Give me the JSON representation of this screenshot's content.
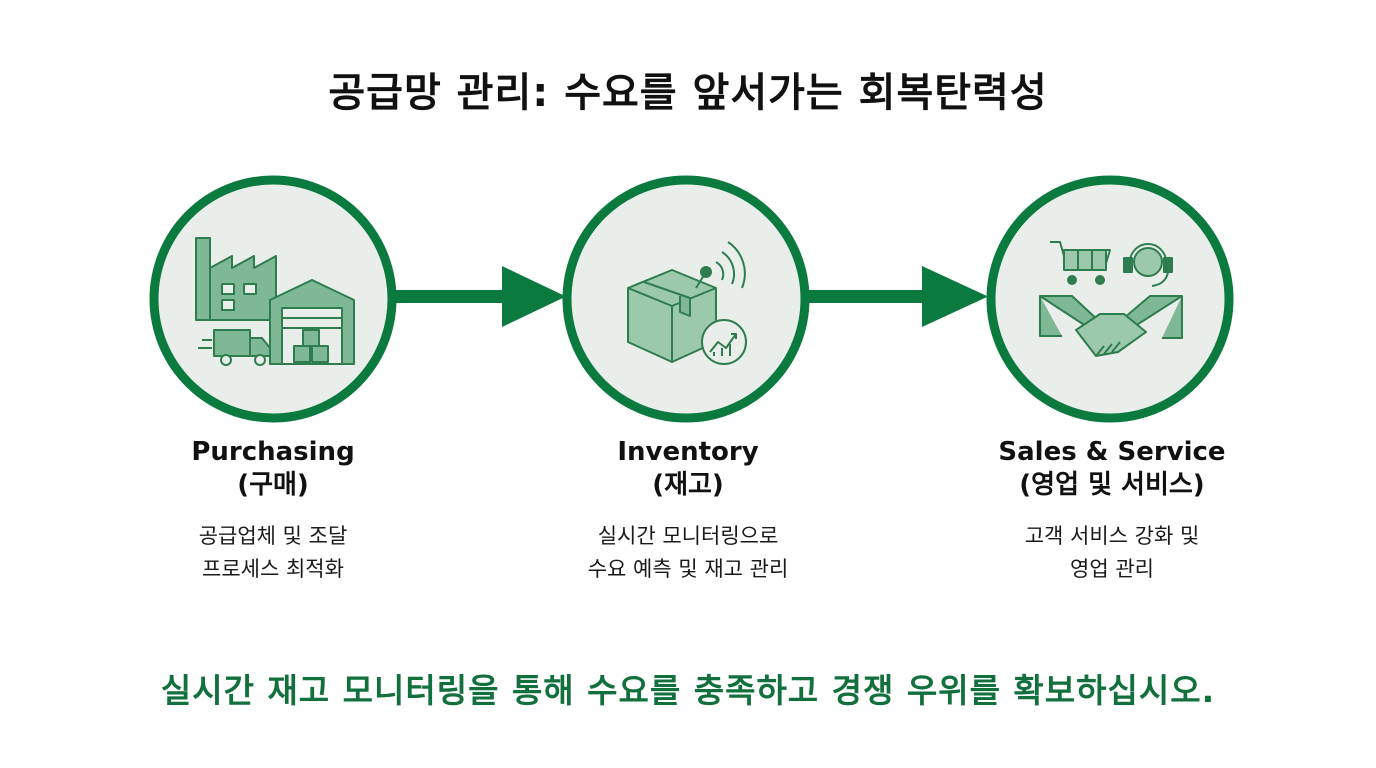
{
  "title": "공급망 관리: 수요를 앞서가는 회복탄력성",
  "colors": {
    "accent": "#0b7a3e",
    "icon_fill": "#6fae86",
    "circle_bg": "#e9eeeb",
    "footer_text": "#12703c"
  },
  "steps": [
    {
      "name": "Purchasing",
      "sub": "(구매)",
      "desc_line1": "공급업체 및 조달",
      "desc_line2": "프로세스 최적화",
      "icon": "factory-warehouse-truck-icon"
    },
    {
      "name": "Inventory",
      "sub": "(재고)",
      "desc_line1": "실시간 모니터링으로",
      "desc_line2": "수요 예측 및 재고 관리",
      "icon": "box-monitoring-icon"
    },
    {
      "name": "Sales & Service",
      "sub": "(영업 및 서비스)",
      "desc_line1": "고객 서비스 강화 및",
      "desc_line2": "영업 관리",
      "icon": "cart-headset-handshake-icon"
    }
  ],
  "footer": "실시간 재고 모니터링을 통해 수요를 충족하고 경쟁 우위를 확보하십시오."
}
